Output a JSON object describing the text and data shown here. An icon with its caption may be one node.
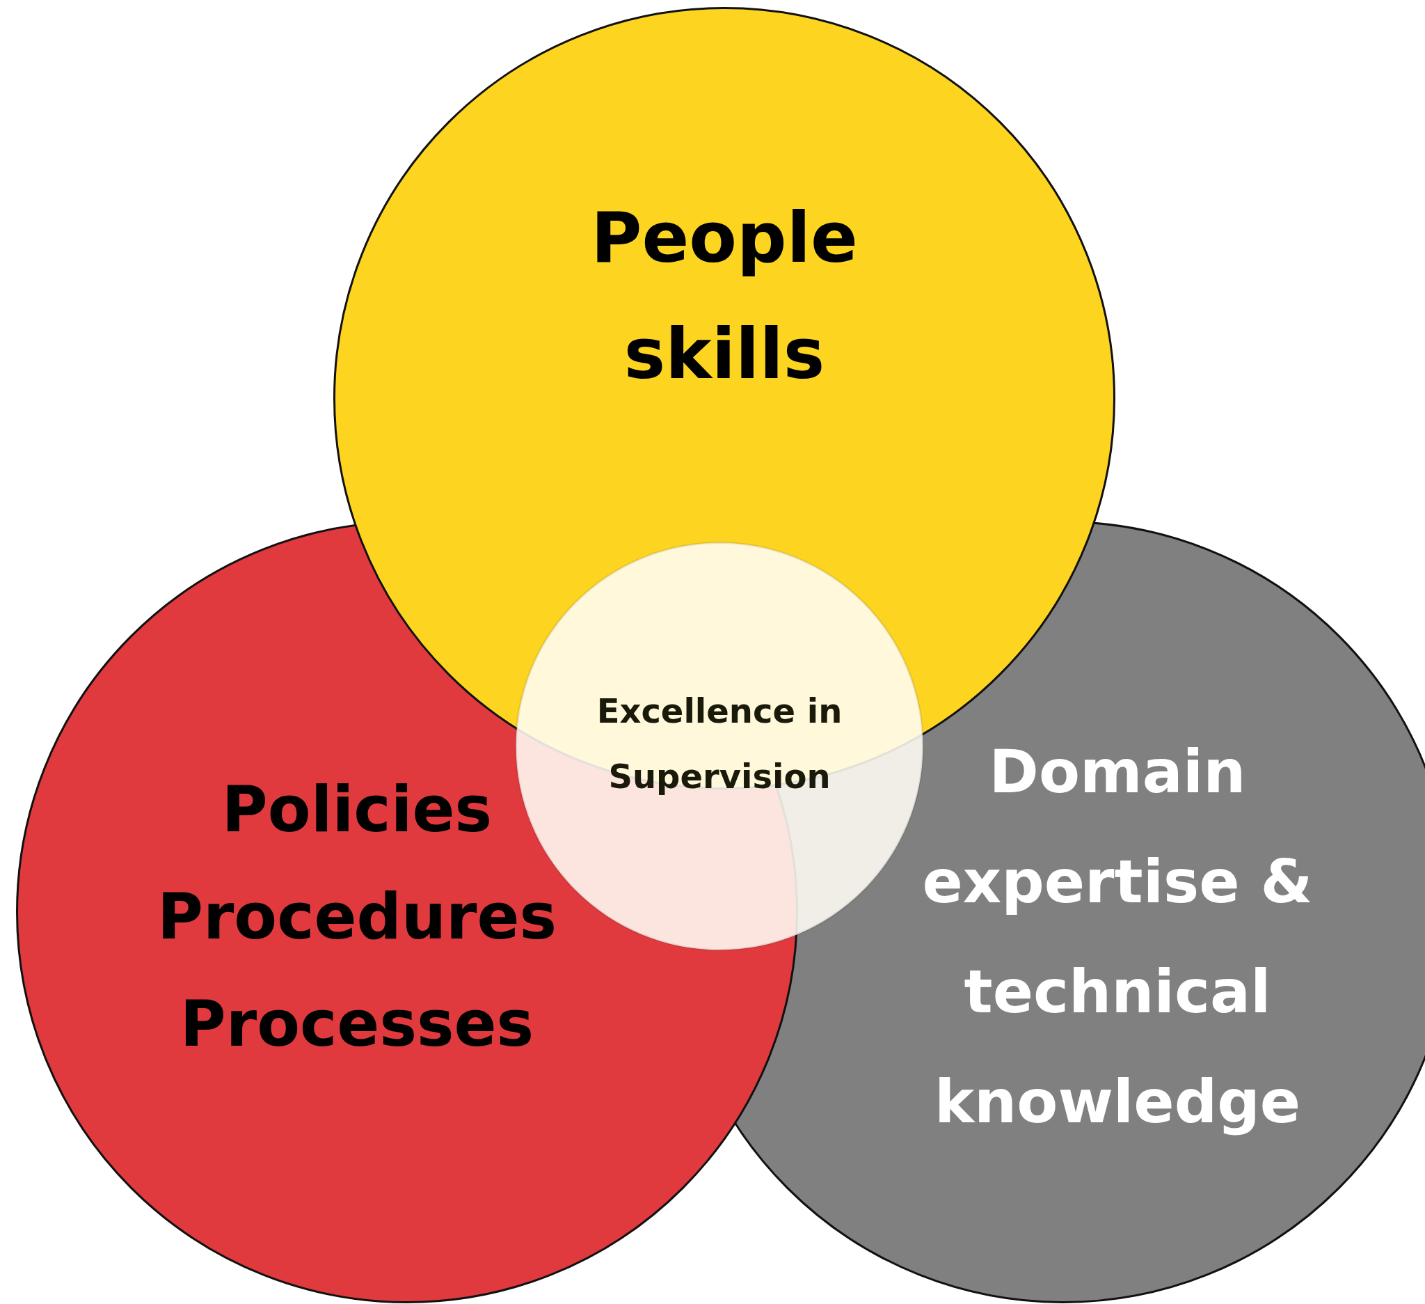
{
  "diagram": {
    "nodes": [
      {
        "text": [
          "People skills"
        ]
      },
      {
        "text": [
          "Policies",
          "Procedures",
          "Processes"
        ]
      },
      {
        "text": [
          "Domain expertise & technical knowledge"
        ]
      },
      {
        "text": [
          "Excellence in Supervision"
        ]
      }
    ]
  }
}
